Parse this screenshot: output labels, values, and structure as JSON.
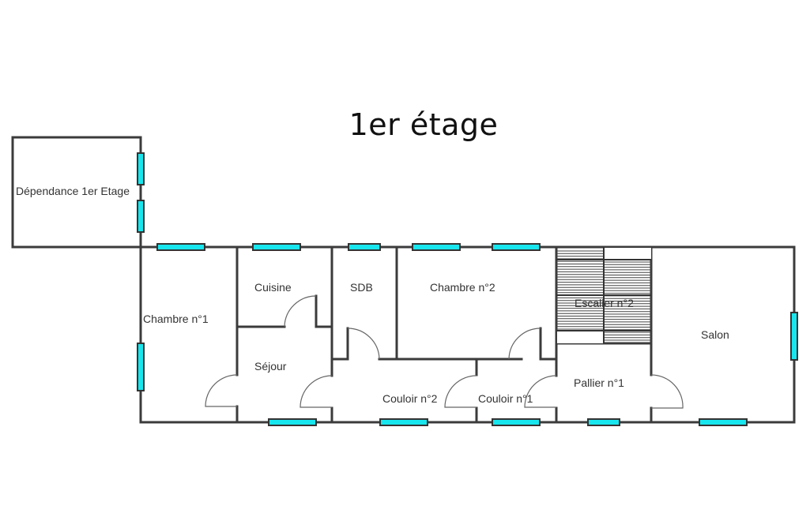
{
  "title": "1er étage",
  "colors": {
    "wall": "#3b3b3b",
    "window": "#18e6ee",
    "background": "#ffffff"
  },
  "rooms": [
    {
      "id": "dependance",
      "label": "Dépendance 1er Etage"
    },
    {
      "id": "chambre1",
      "label": "Chambre n°1"
    },
    {
      "id": "cuisine",
      "label": "Cuisine"
    },
    {
      "id": "sejour",
      "label": "Séjour"
    },
    {
      "id": "sdb",
      "label": "SDB"
    },
    {
      "id": "chambre2",
      "label": "Chambre n°2"
    },
    {
      "id": "couloir2",
      "label": "Couloir n°2"
    },
    {
      "id": "couloir1",
      "label": "Couloir n°1"
    },
    {
      "id": "escalier2",
      "label": "Escalier n°2"
    },
    {
      "id": "pallier1",
      "label": "Pallier n°1"
    },
    {
      "id": "salon",
      "label": "Salon"
    }
  ]
}
